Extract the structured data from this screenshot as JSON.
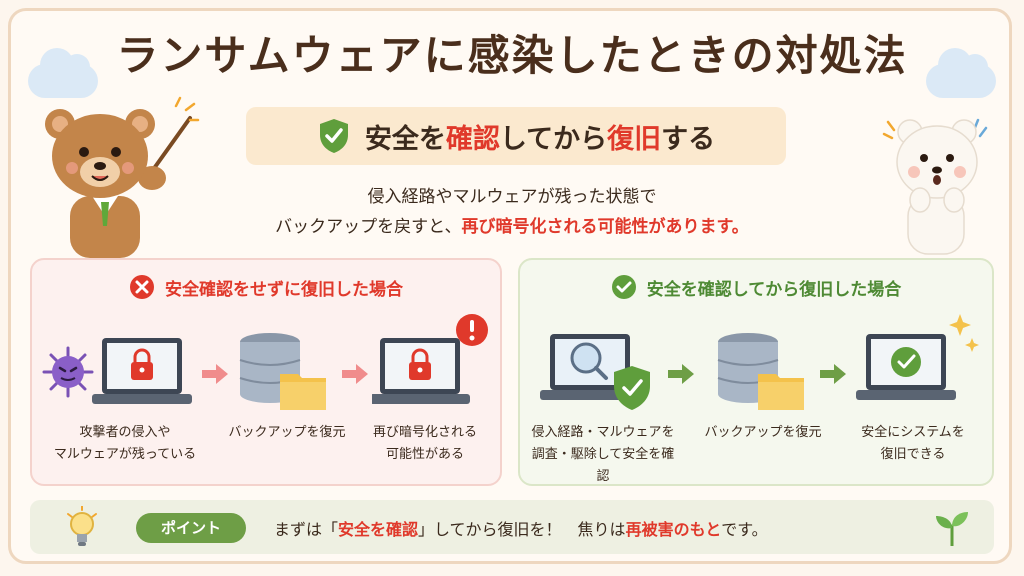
{
  "title": "ランサムウェアに感染したときの対処法",
  "headline": {
    "part1": "安全を",
    "part2": "確認",
    "part3": "してから",
    "part4": "復旧",
    "part5": "する"
  },
  "subtext": {
    "line1": "侵入経路やマルウェアが残った状態で",
    "line2a": "バックアップを戻すと、",
    "line2b": "再び暗号化される可能性があります。"
  },
  "bad_panel": {
    "title": "安全確認をせずに復旧した場合",
    "steps": [
      {
        "line1": "攻撃者の侵入や",
        "line2": "マルウェアが残っている"
      },
      {
        "line1": "バックアップを復元",
        "line2": ""
      },
      {
        "line1": "再び暗号化される",
        "line2": "可能性がある"
      }
    ]
  },
  "good_panel": {
    "title": "安全を確認してから復旧した場合",
    "steps": [
      {
        "line1": "侵入経路・マルウェアを",
        "line2": "調査・駆除して安全を確認"
      },
      {
        "line1": "バックアップを復元",
        "line2": ""
      },
      {
        "line1": "安全にシステムを",
        "line2": "復旧できる"
      }
    ]
  },
  "point": {
    "badge": "ポイント",
    "t1": "まずは「",
    "t2": "安全を確認",
    "t3": "」してから復旧を！　焦りは",
    "t4": "再被害のもと",
    "t5": "です。"
  },
  "colors": {
    "red": "#e0392b",
    "green": "#4e8a34",
    "brown": "#4a2e1c",
    "cream": "#fbe9cf"
  },
  "icons": [
    "bear-teacher-illustration",
    "polar-bear-surprised-illustration",
    "shield-check-icon",
    "x-circle-icon",
    "check-circle-icon",
    "virus-icon",
    "laptop-lock-icon",
    "database-folder-icon",
    "laptop-lock-alert-icon",
    "laptop-magnifier-shield-icon",
    "laptop-check-icon",
    "lightbulb-icon",
    "sprout-icon",
    "sparkle-icon"
  ]
}
